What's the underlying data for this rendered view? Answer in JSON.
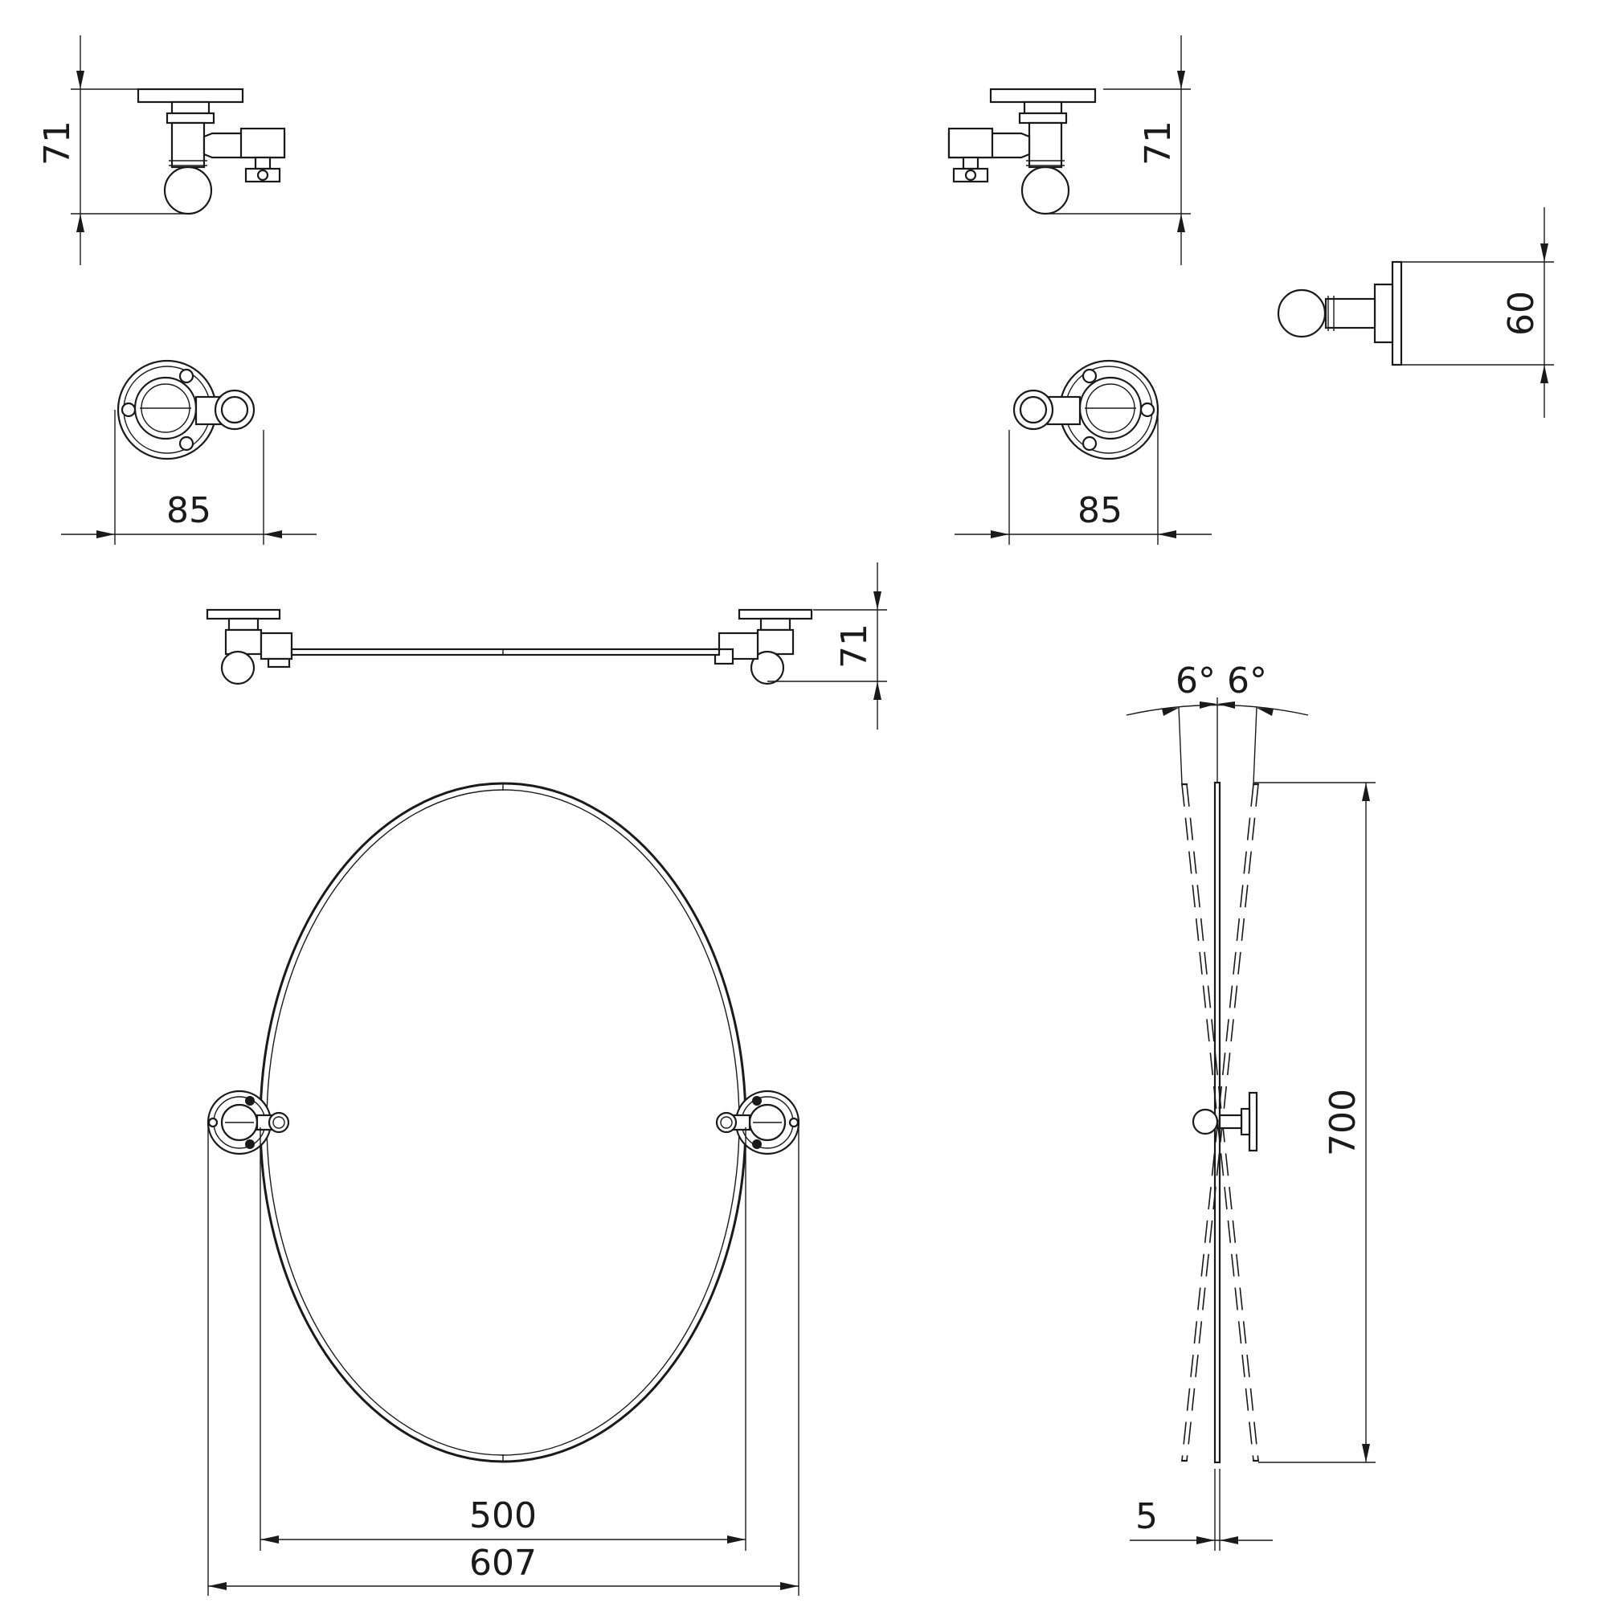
{
  "dimensions": {
    "bracket_left_height": "71",
    "bracket_right_height": "71",
    "bracket_left_width": "85",
    "bracket_right_width": "85",
    "knob_height": "60",
    "assembly_height": "71",
    "tilt_left": "6°",
    "tilt_right": "6°",
    "mirror_height": "700",
    "mirror_width": "500",
    "overall_width": "607",
    "glass_thickness": "5"
  }
}
